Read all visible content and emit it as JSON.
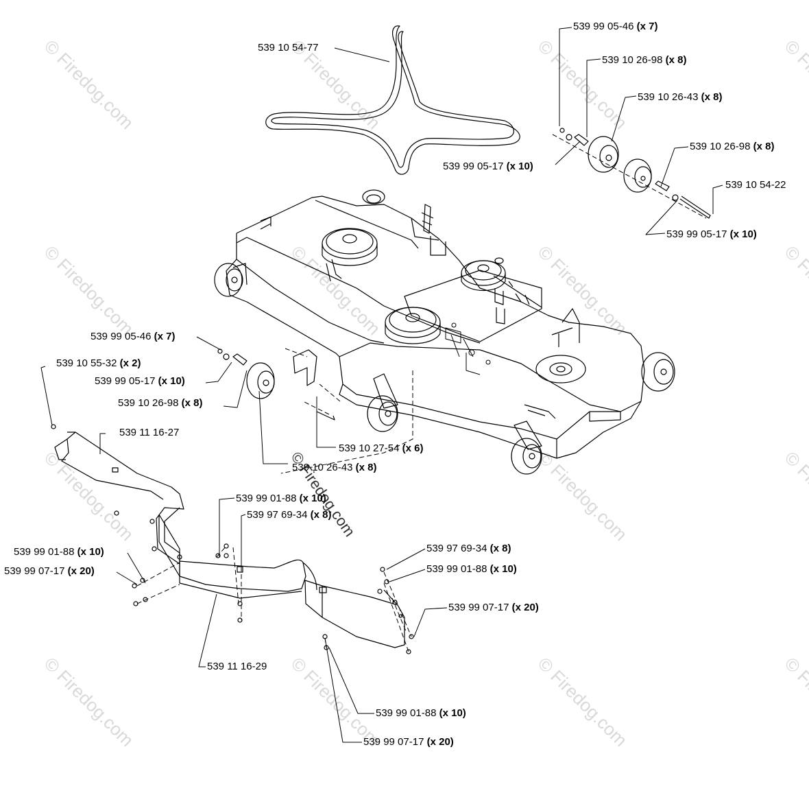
{
  "watermark": "© Firedog.com",
  "parts": [
    {
      "id": "belt",
      "number": "539 10 54-77",
      "qty": ""
    },
    {
      "id": "nut-top",
      "number": "539 99 05-46",
      "qty": "(x 7)"
    },
    {
      "id": "spacer-top-1",
      "number": "539 10 26-98",
      "qty": "(x 8)"
    },
    {
      "id": "wheel-top",
      "number": "539 10 26-43",
      "qty": "(x 8)"
    },
    {
      "id": "spacer-top-2",
      "number": "539 10 26-98",
      "qty": "(x 8)"
    },
    {
      "id": "washer-top-1",
      "number": "539 99 05-17",
      "qty": "(x 10)"
    },
    {
      "id": "bolt-top",
      "number": "539 10 54-22",
      "qty": ""
    },
    {
      "id": "washer-top-2",
      "number": "539 99 05-17",
      "qty": "(x 10)"
    },
    {
      "id": "nut-left",
      "number": "539 99 05-46",
      "qty": "(x 7)"
    },
    {
      "id": "bracket-left",
      "number": "539 10 55-32",
      "qty": "(x 2)"
    },
    {
      "id": "washer-left",
      "number": "539 99 05-17",
      "qty": "(x 10)"
    },
    {
      "id": "spacer-left",
      "number": "539 10 26-98",
      "qty": "(x 8)"
    },
    {
      "id": "baffle-left",
      "number": "539 11 16-27",
      "qty": ""
    },
    {
      "id": "bolt-mid",
      "number": "539 10 27-54",
      "qty": "(x 6)"
    },
    {
      "id": "wheel-left",
      "number": "539 10 26-43",
      "qty": "(x 8)"
    },
    {
      "id": "nut-mid",
      "number": "539 99 01-88",
      "qty": "(x 10)"
    },
    {
      "id": "screw-mid",
      "number": "539 97 69-34",
      "qty": "(x 8)"
    },
    {
      "id": "nut-lower-left",
      "number": "539 99 01-88",
      "qty": "(x 10)"
    },
    {
      "id": "washer-lower-left",
      "number": "539 99 07-17",
      "qty": "(x 20)"
    },
    {
      "id": "screw-right",
      "number": "539 97 69-34",
      "qty": "(x 8)"
    },
    {
      "id": "nut-right",
      "number": "539 99 01-88",
      "qty": "(x 10)"
    },
    {
      "id": "washer-right",
      "number": "539 99 07-17",
      "qty": "(x 20)"
    },
    {
      "id": "baffle-center",
      "number": "539 11 16-29",
      "qty": ""
    },
    {
      "id": "nut-bottom",
      "number": "539 99 01-88",
      "qty": "(x 10)"
    },
    {
      "id": "washer-bottom",
      "number": "539 99 07-17",
      "qty": "(x 20)"
    }
  ]
}
